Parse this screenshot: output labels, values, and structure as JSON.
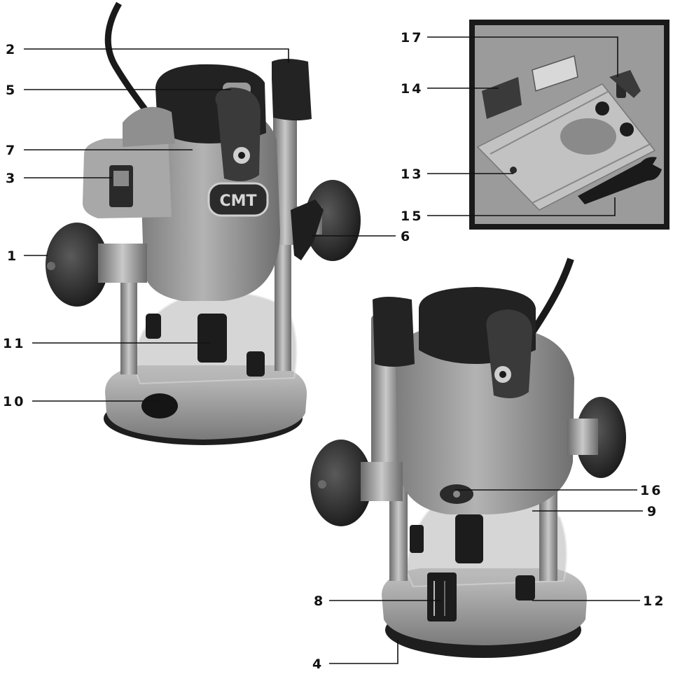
{
  "brand_logo": "CMT",
  "callouts": [
    {
      "id": "c2",
      "label": "2"
    },
    {
      "id": "c5",
      "label": "5"
    },
    {
      "id": "c7",
      "label": "7"
    },
    {
      "id": "c3",
      "label": "3"
    },
    {
      "id": "c1",
      "label": "1"
    },
    {
      "id": "c11",
      "label": "11"
    },
    {
      "id": "c10",
      "label": "10"
    },
    {
      "id": "c6",
      "label": "6"
    },
    {
      "id": "c17",
      "label": "17"
    },
    {
      "id": "c14",
      "label": "14"
    },
    {
      "id": "c13",
      "label": "13"
    },
    {
      "id": "c15",
      "label": "15"
    },
    {
      "id": "c16",
      "label": "16"
    },
    {
      "id": "c9",
      "label": "9"
    },
    {
      "id": "c8",
      "label": "8"
    },
    {
      "id": "c12",
      "label": "12"
    },
    {
      "id": "c4",
      "label": "4"
    }
  ],
  "colors": {
    "body_gray": "#9a9a9a",
    "dark_part": "#2a2a2a",
    "accessory_bg": "#8e8e8e",
    "frame": "#1a1a1a"
  }
}
